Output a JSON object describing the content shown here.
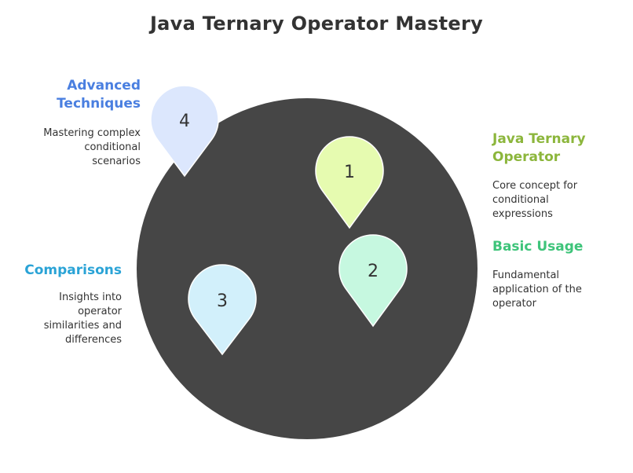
{
  "title": "Java Ternary Operator Mastery",
  "items": [
    {
      "number": "1",
      "title_lines": [
        "Java Ternary",
        "Operator"
      ],
      "desc_lines": [
        "Core concept for",
        "conditional",
        "expressions"
      ],
      "color": "#8cb63c",
      "fill": "#e6fbb0"
    },
    {
      "number": "2",
      "title_lines": [
        "Basic Usage"
      ],
      "desc_lines": [
        "Fundamental",
        "application of the",
        "operator"
      ],
      "color": "#3ec47a",
      "fill": "#c6f8e0"
    },
    {
      "number": "3",
      "title_lines": [
        "Comparisons"
      ],
      "desc_lines": [
        "Insights into",
        "operator",
        "similarities and",
        "differences"
      ],
      "color": "#2aa3d6",
      "fill": "#d2f0fb"
    },
    {
      "number": "4",
      "title_lines": [
        "Advanced",
        "Techniques"
      ],
      "desc_lines": [
        "Mastering complex",
        "conditional",
        "scenarios"
      ],
      "color": "#4a7fe0",
      "fill": "#dce7fd"
    }
  ],
  "circle_color": "#464646"
}
